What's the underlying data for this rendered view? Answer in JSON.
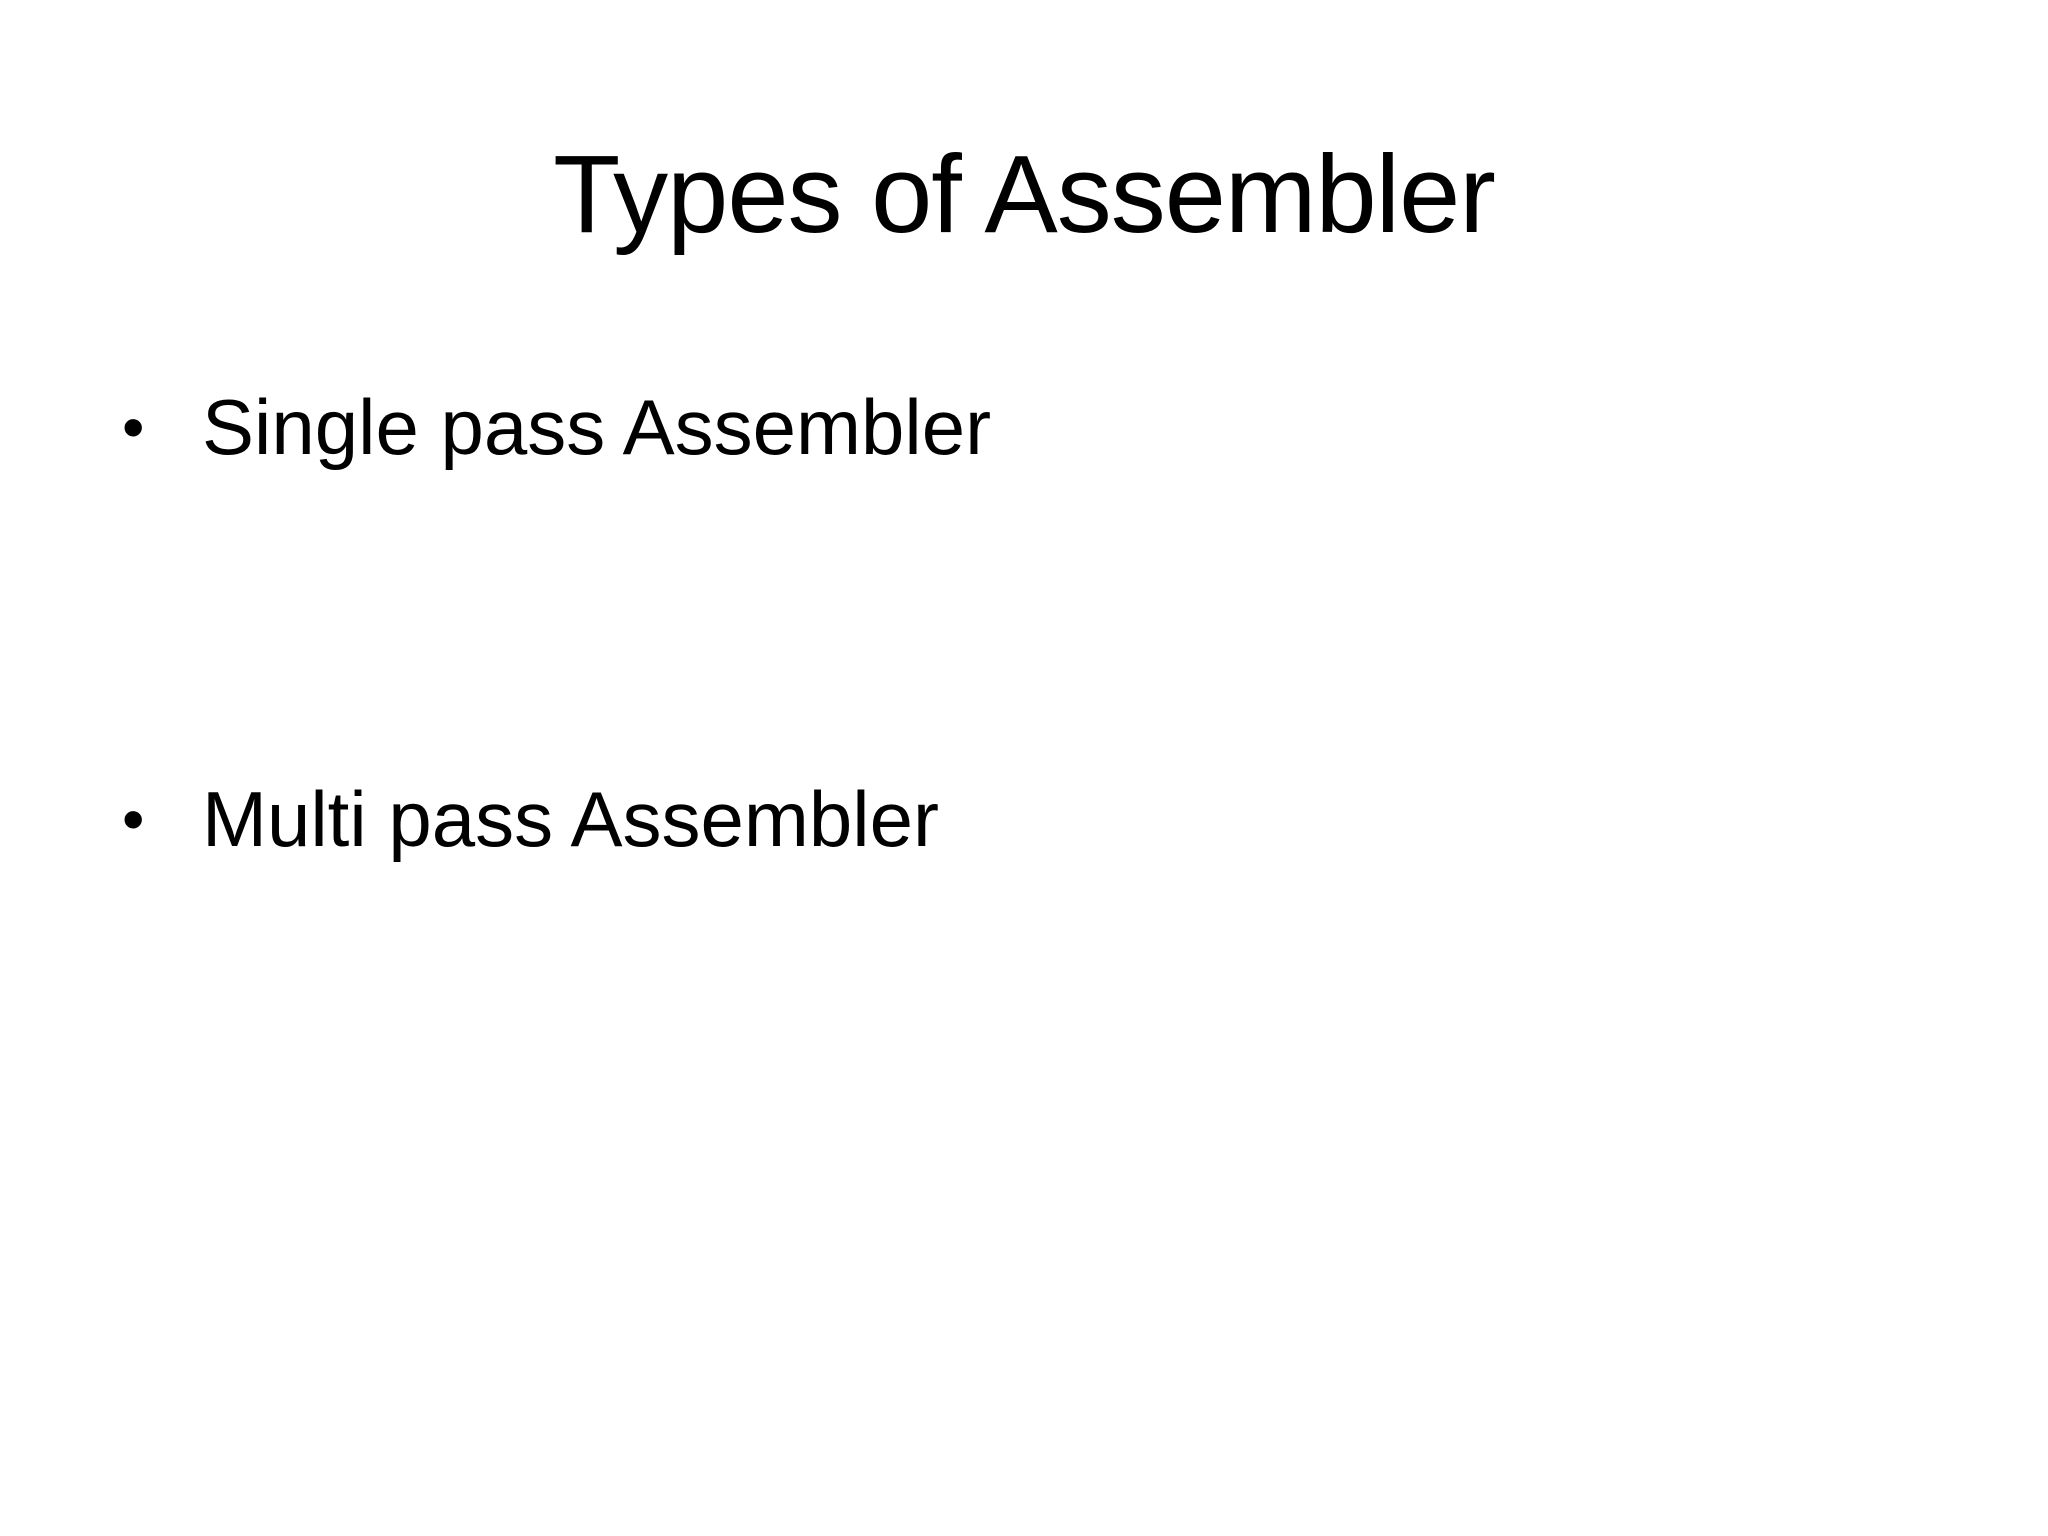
{
  "slide": {
    "title": "Types of Assembler",
    "bullet_char": "•",
    "bullets": [
      {
        "text": "Single pass Assembler"
      },
      {
        "text": "Multi pass Assembler"
      }
    ]
  },
  "colors": {
    "background": "#ffffff",
    "text": "#000000"
  }
}
